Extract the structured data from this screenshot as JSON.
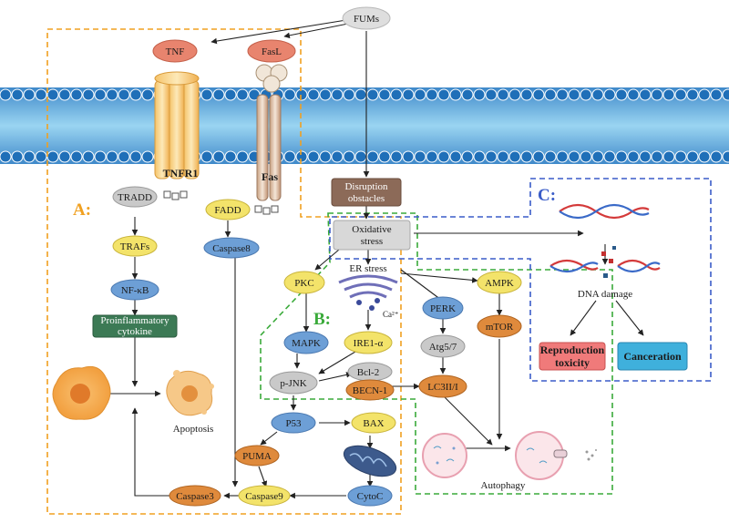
{
  "sections": {
    "a": "A:",
    "b": "B:",
    "c": "C:"
  },
  "nodes": {
    "fums": "FUMs",
    "tnf": "TNF",
    "fasl": "FasL",
    "tnfr1": "TNFR1",
    "fas": "Fas",
    "tradd": "TRADD",
    "trafs": "TRAFs",
    "nfkb": "NF-κB",
    "proinflammatory_1": "Proinflammatory",
    "proinflammatory_2": "cytokine",
    "fadd": "FADD",
    "caspase8": "Caspase8",
    "apoptosis": "Apoptosis",
    "caspase3": "Caspase3",
    "caspase9": "Caspase9",
    "puma": "PUMA",
    "p53": "P53",
    "bax": "BAX",
    "cytoc": "CytoC",
    "disruption_1": "Disruption",
    "disruption_2": "obstacles",
    "oxidative_1": "Oxidative",
    "oxidative_2": "stress",
    "pkc": "PKC",
    "er_stress": "ER stress",
    "ca2": "Ca²⁺",
    "mapk": "MAPK",
    "ire1a": "IRE1-α",
    "pjnk": "p-JNK",
    "bcl2": "Bcl-2",
    "becn1": "BECN-1",
    "perk": "PERK",
    "atg57": "Atg5/7",
    "lc3": "LC3II/I",
    "ampk": "AMPK",
    "mtor": "mTOR",
    "autophagy": "Autophagy",
    "dna_damage": "DNA damage",
    "repro_1": "Reproduction",
    "repro_2": "toxicity",
    "canceration": "Canceration"
  },
  "colors": {
    "section_a": "#f0a020",
    "section_b": "#3aaa3a",
    "section_c": "#3a5cc8",
    "membrane": "#1f6fb8",
    "membrane_light": "#7fc4ec",
    "pink": "#e8846e",
    "blue_node": "#6d9fd6",
    "yellow_node": "#f3e36a",
    "orange_node": "#df8a3c",
    "gray_node": "#c9c9c9",
    "green_box": "#3c7a55",
    "brown_box": "#8c6a58"
  }
}
